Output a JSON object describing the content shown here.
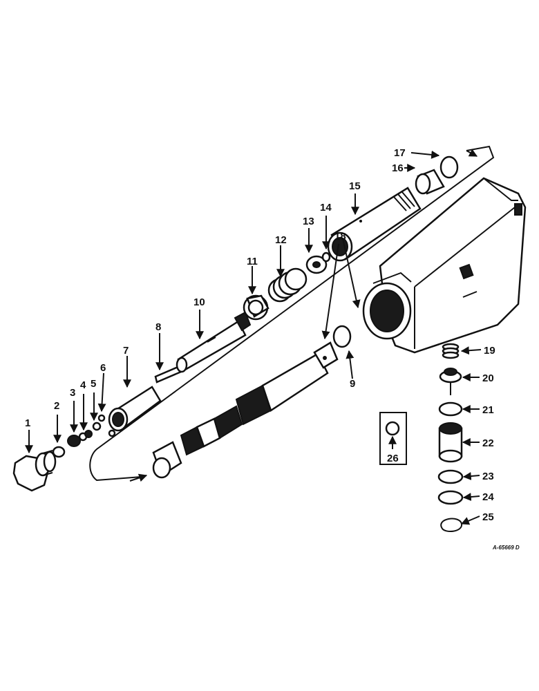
{
  "callouts": [
    "1",
    "2",
    "3",
    "4",
    "5",
    "6",
    "7",
    "8",
    "9",
    "10",
    "11",
    "12",
    "13",
    "14",
    "15",
    "16",
    "17",
    "18",
    "19",
    "20",
    "21",
    "22",
    "23",
    "24",
    "25",
    "26"
  ],
  "reference": "A-65669 D"
}
